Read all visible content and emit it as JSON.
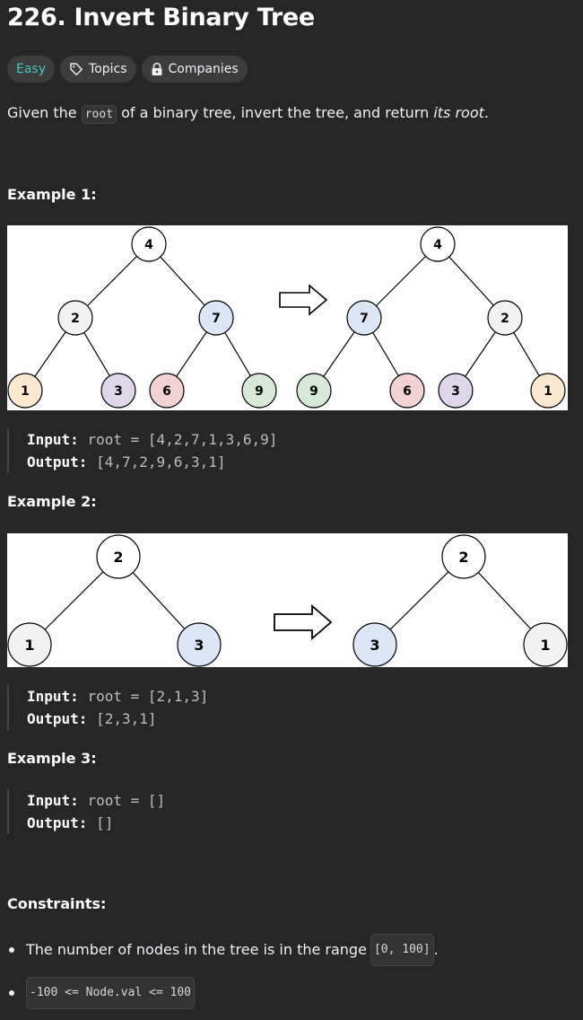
{
  "problem": {
    "title": "226. Invert Binary Tree",
    "tags": {
      "difficulty": "Easy",
      "topics": "Topics",
      "companies": "Companies"
    },
    "description": {
      "pre": "Given the ",
      "code": "root",
      "mid": " of a binary tree, invert the tree, and return ",
      "em": "its root",
      "post": "."
    }
  },
  "examples": [
    {
      "heading": "Example 1:",
      "input_label": "Input:",
      "input_value": "root = [4,2,7,1,3,6,9]",
      "output_label": "Output:",
      "output_value": "[4,7,2,9,6,3,1]",
      "tree_before": [
        "4",
        "2",
        "7",
        "1",
        "3",
        "6",
        "9"
      ],
      "tree_after": [
        "4",
        "7",
        "2",
        "9",
        "6",
        "3",
        "1"
      ]
    },
    {
      "heading": "Example 2:",
      "input_label": "Input:",
      "input_value": "root = [2,1,3]",
      "output_label": "Output:",
      "output_value": "[2,3,1]",
      "tree_before": [
        "2",
        "1",
        "3"
      ],
      "tree_after": [
        "2",
        "3",
        "1"
      ]
    },
    {
      "heading": "Example 3:",
      "input_label": "Input:",
      "input_value": "root = []",
      "output_label": "Output:",
      "output_value": "[]"
    }
  ],
  "constraints": {
    "heading": "Constraints:",
    "items": [
      {
        "pre": "The number of nodes in the tree is in the range ",
        "code": "[0, 100]",
        "post": "."
      },
      {
        "pre": "",
        "code": "-100 <= Node.val <= 100",
        "post": ""
      }
    ]
  },
  "colors": {
    "node_1": "#fbe8d0",
    "node_3": "#e0d6ea",
    "node_6": "#f2d2d2",
    "node_9": "#d6e9d6",
    "node_7": "#dbe6f7",
    "node_2": "#f2f2f2",
    "node_4": "#ffffff",
    "easy": "#46c6c2"
  }
}
